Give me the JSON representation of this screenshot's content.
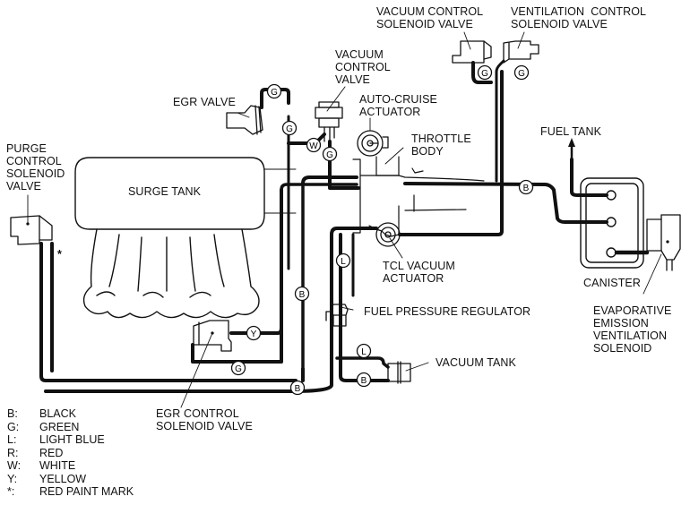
{
  "labels": {
    "vacuum_control_solenoid_valve": "VACUUM CONTROL\nSOLENOID VALVE",
    "ventilation_control_solenoid_valve": "VENTILATION  CONTROL\nSOLENOID VALVE",
    "vacuum_control_valve": "VACUUM\nCONTROL\nVALVE",
    "egr_valve": "EGR VALVE",
    "auto_cruise_actuator": "AUTO-CRUISE\nACTUATOR",
    "throttle_body": "THROTTLE\nBODY",
    "fuel_tank": "FUEL TANK",
    "purge_control_solenoid_valve": "PURGE\nCONTROL\nSOLENOID\nVALVE",
    "surge_tank": "SURGE TANK",
    "tcl_vacuum_actuator": "TCL VACUUM\nACTUATOR",
    "canister": "CANISTER",
    "evaporative_emission_ventilation_solenoid": "EVAPORATIVE\nEMISSION\nVENTILATION\nSOLENOID",
    "fuel_pressure_regulator": "FUEL PRESSURE REGULATOR",
    "vacuum_tank": "VACUUM TANK",
    "egr_control_solenoid_valve": "EGR CONTROL\nSOLENOID VALVE",
    "red_paint_mark": "*"
  },
  "hose_markers": {
    "g1": "G",
    "g2": "G",
    "w1": "W",
    "g3": "G",
    "g4": "G",
    "g5": "G",
    "b1": "B",
    "l1": "L",
    "b2": "B",
    "y1": "Y",
    "l2": "L",
    "g6": "G",
    "b3": "B",
    "b4": "B"
  },
  "legend": [
    {
      "key": "B:",
      "value": "BLACK"
    },
    {
      "key": "G:",
      "value": "GREEN"
    },
    {
      "key": "L:",
      "value": "LIGHT BLUE"
    },
    {
      "key": "R:",
      "value": "RED"
    },
    {
      "key": "W:",
      "value": "WHITE"
    },
    {
      "key": "Y:",
      "value": "YELLOW"
    },
    {
      "key": "*:",
      "value": "RED PAINT MARK"
    }
  ]
}
